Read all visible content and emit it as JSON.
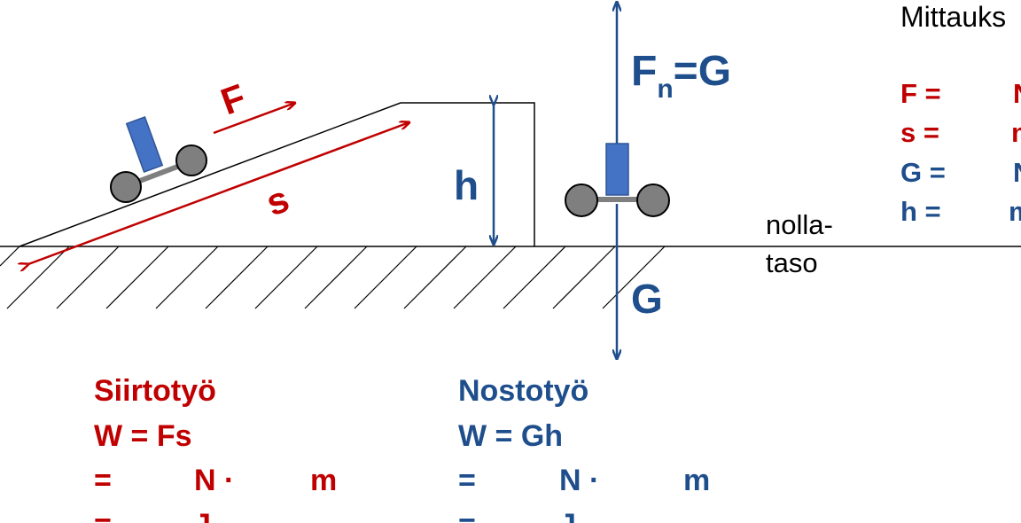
{
  "diagram": {
    "force_label": "F",
    "distance_label": "s",
    "height_label": "h",
    "normal_force": {
      "main": "F",
      "subscript": "n",
      "rest": "=G"
    },
    "weight_label": "G",
    "zero_level": [
      "nolla-",
      "taso"
    ]
  },
  "measurements": {
    "title": "Mittauks",
    "rows": [
      {
        "label": "F =",
        "unit": "N",
        "color": "#c00000"
      },
      {
        "label": "s =",
        "unit": "m",
        "color": "#c00000"
      },
      {
        "label": "G =",
        "unit": "N",
        "color": "#1f4e8c"
      },
      {
        "label": "h =",
        "unit": "m",
        "color": "#1f4e8c"
      }
    ]
  },
  "work_transfer": {
    "title": "Siirtotyö",
    "formula": "W = Fs",
    "line1": {
      "eq": "=",
      "unit1": "N ·",
      "unit2": "m"
    },
    "line2": {
      "eq": "=",
      "unit": "J"
    }
  },
  "work_lift": {
    "title": "Nostotyö",
    "formula": "W = Gh",
    "line1": {
      "eq": "=",
      "unit1": "N ·",
      "unit2": "m"
    },
    "line2": {
      "eq": "=",
      "unit": "J"
    }
  },
  "colors": {
    "red": "#c00000",
    "blue": "#1f4e8c",
    "cart_body": "#4472c4",
    "wheel": "#7f7f7f"
  }
}
